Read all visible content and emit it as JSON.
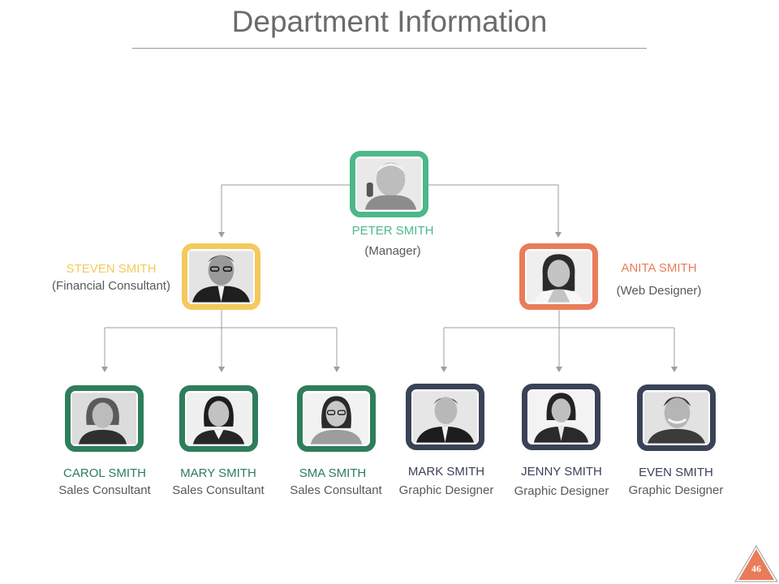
{
  "title": "Department Information",
  "page_number": "46",
  "colors": {
    "green": "#4cb88a",
    "yellow": "#f4c95d",
    "orange": "#e97c5a",
    "dark_green": "#2e7d5b",
    "navy": "#3a4257",
    "connector": "#9e9e9e"
  },
  "manager": {
    "name": "PETER SMITH",
    "role": "(Manager)"
  },
  "left_lead": {
    "name": "STEVEN SMITH",
    "role": "(Financial Consultant)"
  },
  "right_lead": {
    "name": "ANITA SMITH",
    "role": "(Web Designer)"
  },
  "staff": [
    {
      "name": "CAROL SMITH",
      "role": "Sales Consultant"
    },
    {
      "name": "MARY SMITH",
      "role": "Sales Consultant"
    },
    {
      "name": "SMA SMITH",
      "role": "Sales Consultant"
    },
    {
      "name": "MARK SMITH",
      "role": "Graphic Designer"
    },
    {
      "name": "JENNY SMITH",
      "role": "Graphic Designer"
    },
    {
      "name": "EVEN SMITH",
      "role": "Graphic Designer"
    }
  ]
}
